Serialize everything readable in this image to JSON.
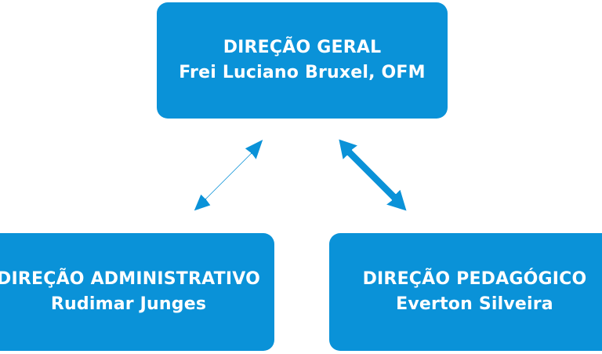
{
  "colors": {
    "box_fill": "#0a92d8",
    "arrow_fill": "#0a92d8",
    "text": "#ffffff"
  },
  "nodes": {
    "top": {
      "title": "DIREÇÃO GERAL",
      "name": "Frei Luciano Bruxel, OFM"
    },
    "left": {
      "title": "DIREÇÃO ADMINISTRATIVO",
      "name": "Rudimar Junges"
    },
    "right": {
      "title": "DIREÇÃO PEDAGÓGICO",
      "name": "Everton Silveira"
    }
  },
  "edges": [
    {
      "from": "top",
      "to": "left",
      "type": "bidirectional-arrow"
    },
    {
      "from": "top",
      "to": "right",
      "type": "bidirectional-arrow"
    }
  ]
}
